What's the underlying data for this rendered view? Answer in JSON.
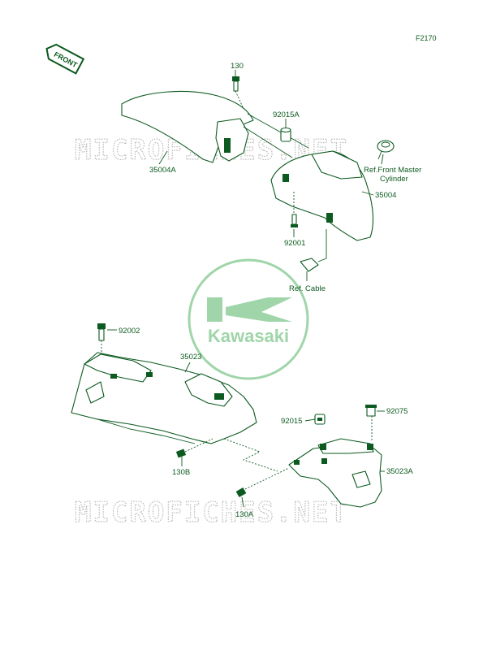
{
  "figure_code": "F2170",
  "front_tag": "FRONT",
  "watermark": "MICROFICHES.NET",
  "logo_text": "Kawasaki",
  "labels": {
    "p130": "130",
    "p92015A": "92015A",
    "p35004A": "35004A",
    "ref_master_1": "Ref.Front Master",
    "ref_master_2": "Cylinder",
    "p35004": "35004",
    "p92001": "92001",
    "ref_cable": "Ref. Cable",
    "p92002": "92002",
    "p35023": "35023",
    "p92015": "92015",
    "p92075": "92075",
    "p35023A": "35023A",
    "p130B": "130B",
    "p130A": "130A"
  },
  "colors": {
    "line": "#0c5a1f",
    "watermark": "#b9b9b9",
    "logo": "#9fd5a9"
  }
}
